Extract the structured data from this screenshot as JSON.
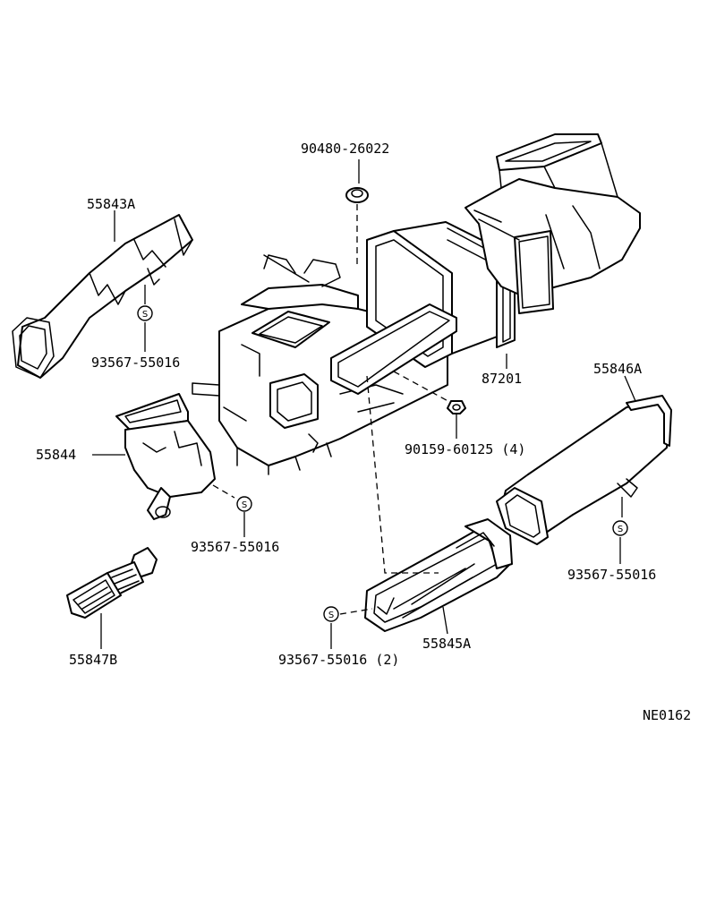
{
  "parts": {
    "grommet_90480": "90480-26022",
    "duct_55843A": "55843A",
    "screw_55843A": "93567-55016",
    "heater_unit_87201": "87201",
    "bolt_90159": "90159-60125 (4)",
    "duct_55844": "55844",
    "screw_55844": "93567-55016",
    "duct_55846A": "55846A",
    "screw_55846A": "93567-55016",
    "duct_55847B": "55847B",
    "duct_55845A": "55845A",
    "screw_55845A": "93567-55016 (2)"
  },
  "screw_symbol": "S",
  "diagram_code": "NE0162"
}
